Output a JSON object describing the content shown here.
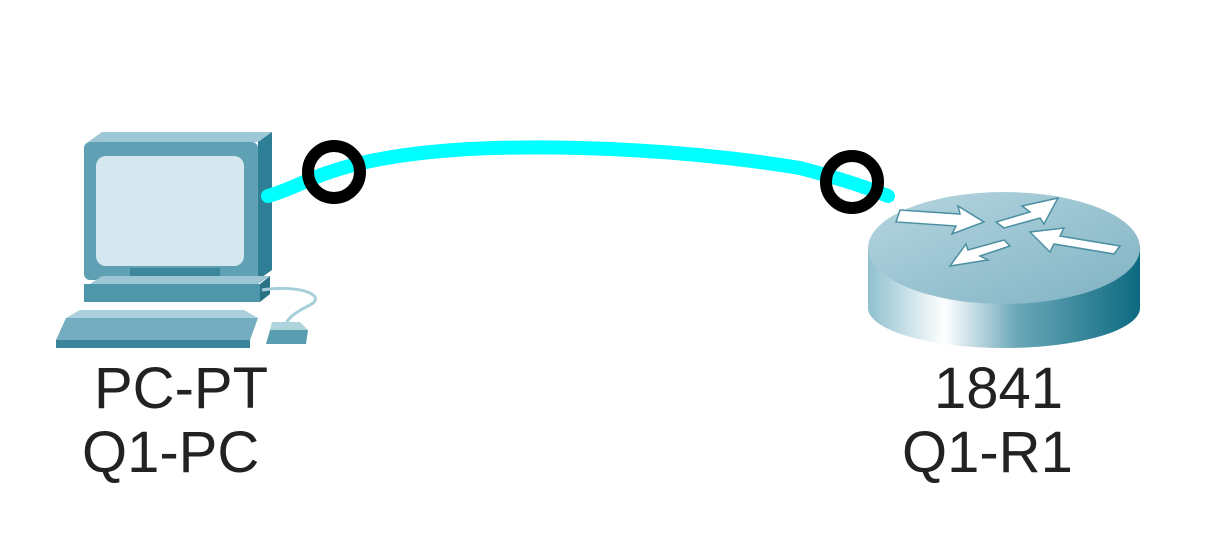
{
  "devices": {
    "pc": {
      "model": "PC-PT",
      "name": "Q1-PC",
      "icon": "pc-icon"
    },
    "router": {
      "model": "1841",
      "name": "Q1-R1",
      "icon": "router-icon"
    }
  },
  "link": {
    "color": "#00ffff",
    "endpoint_color": "#000000"
  }
}
